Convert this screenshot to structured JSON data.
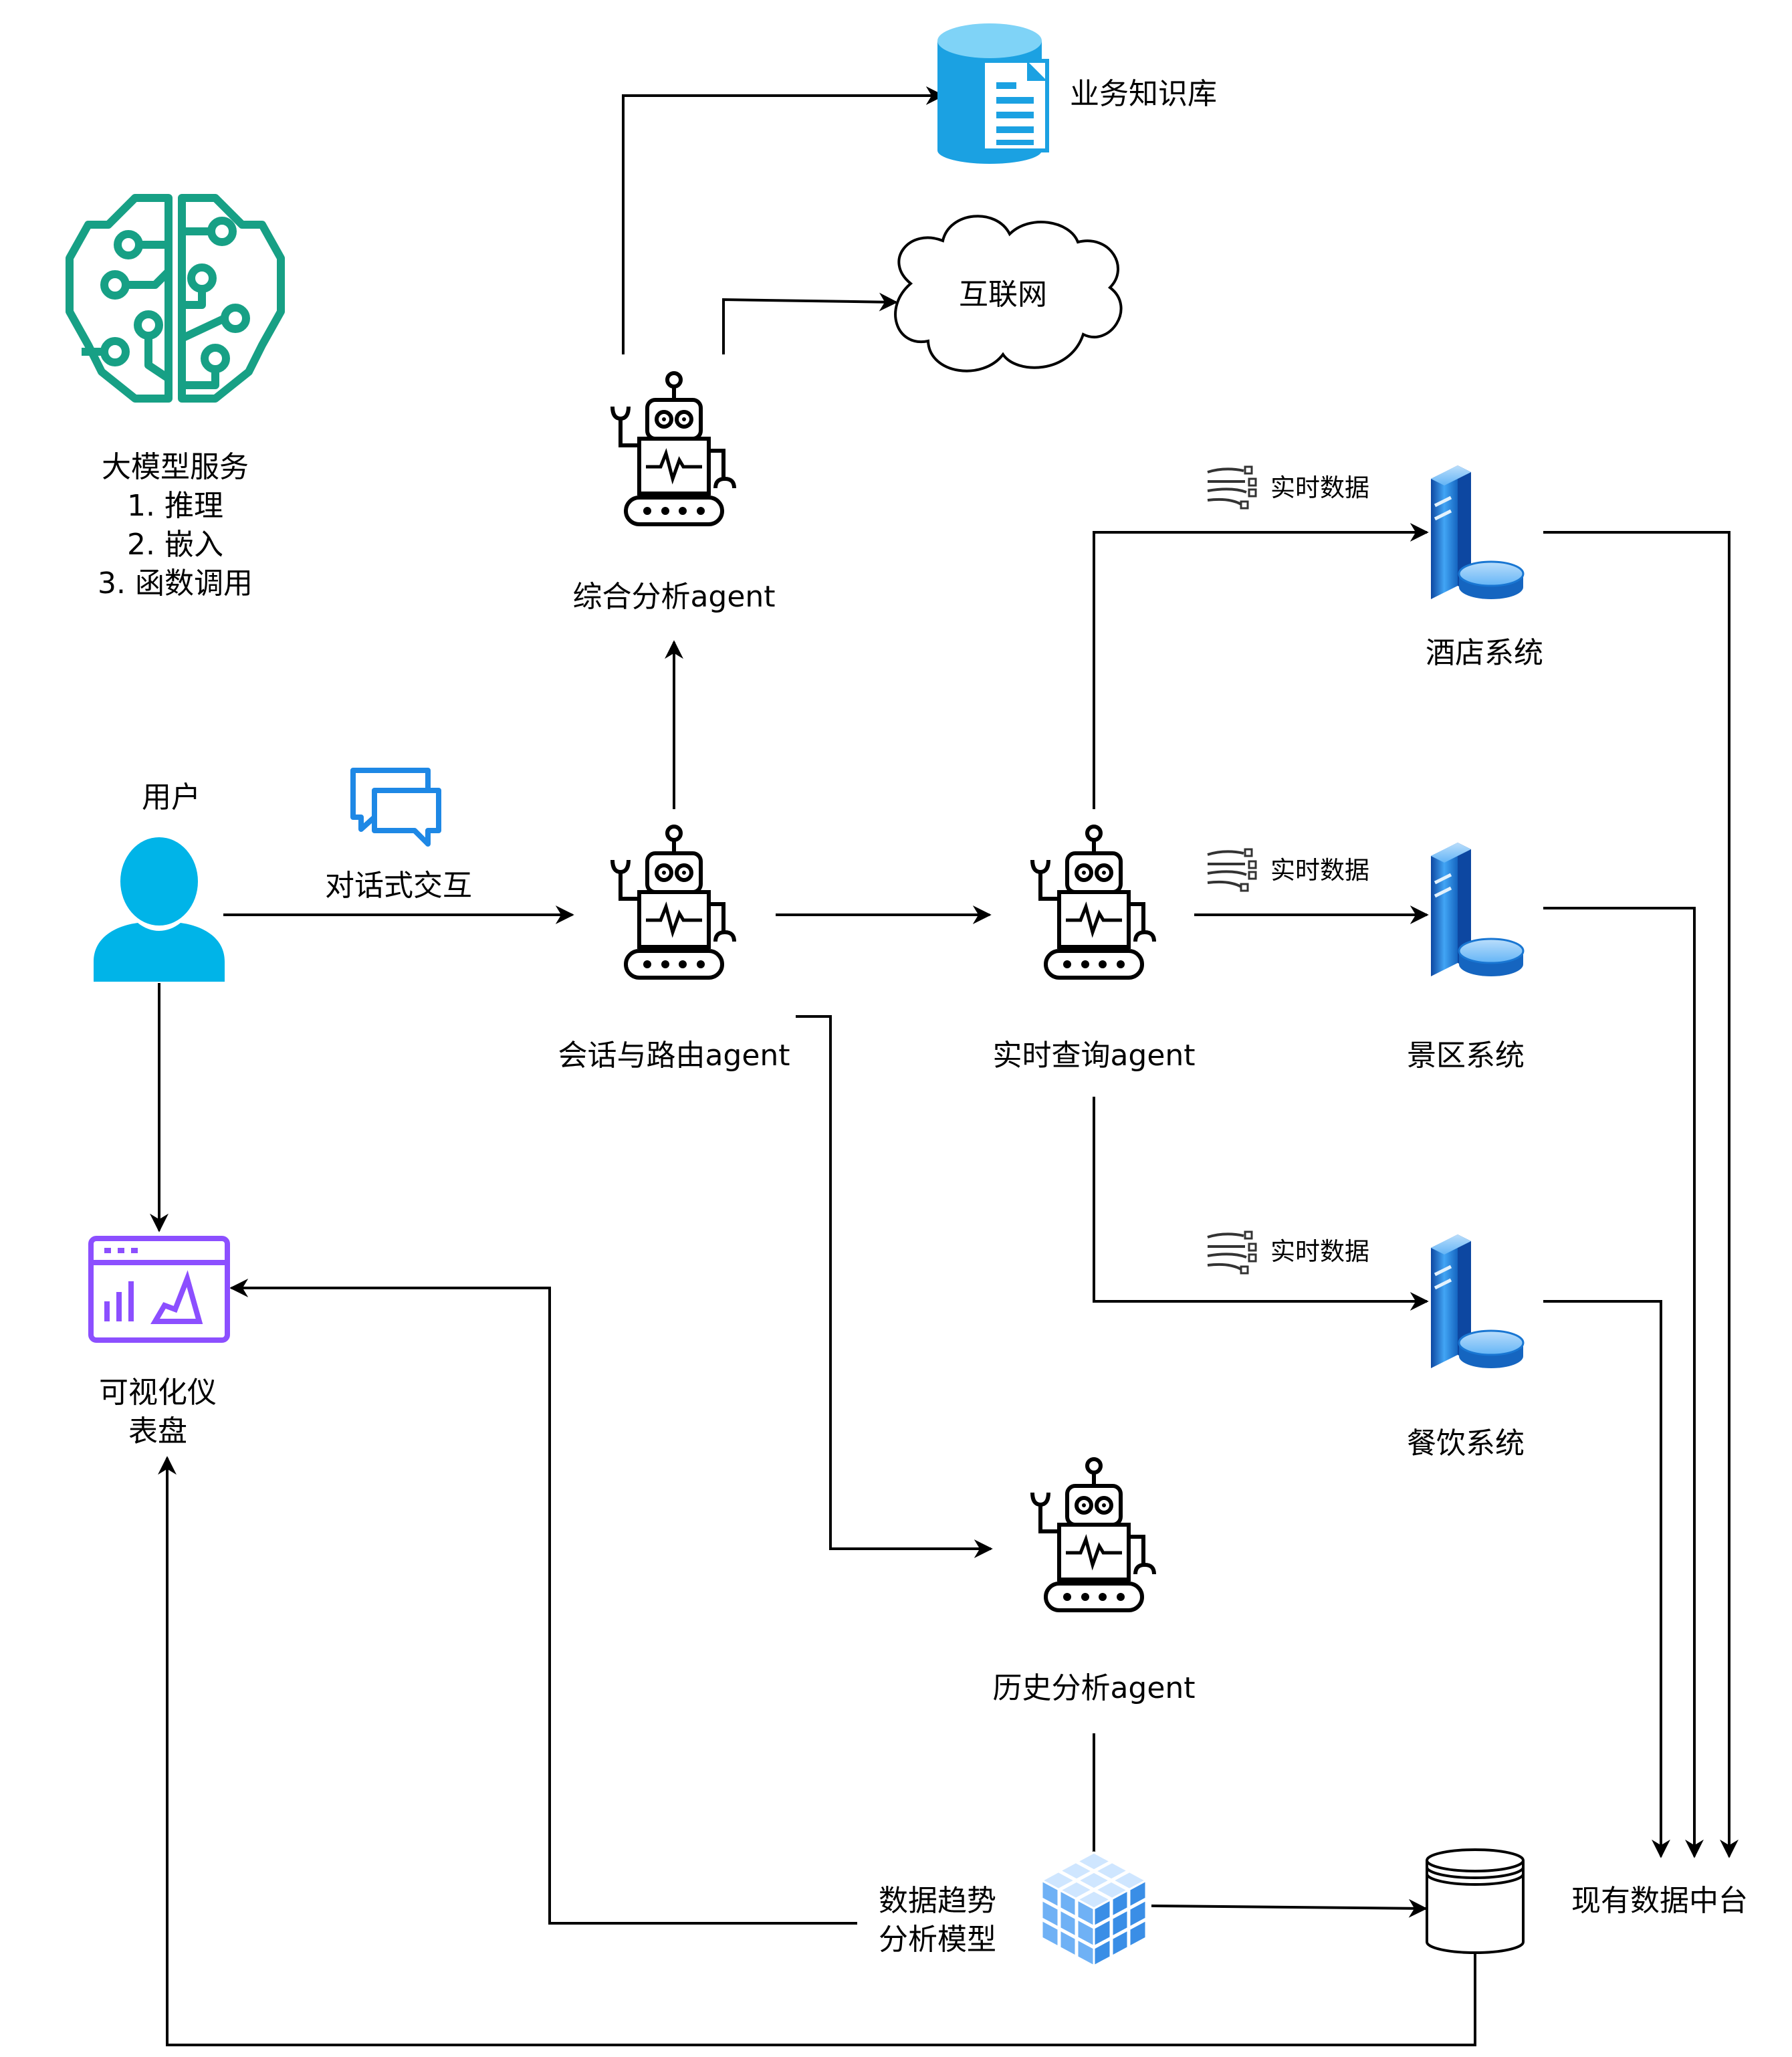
{
  "llm_service": {
    "title": "大模型服务",
    "items": [
      "1. 推理",
      "2. 嵌入",
      "3. 函数调用"
    ]
  },
  "nodes": {
    "user": "用户",
    "dialog": "对话式交互",
    "router_agent": "会话与路由agent",
    "analysis_agent": "综合分析agent",
    "realtime_agent": "实时查询agent",
    "history_agent": "历史分析agent",
    "knowledge_base": "业务知识库",
    "internet": "互联网",
    "hotel": "酒店系统",
    "scenic": "景区系统",
    "dining": "餐饮系统",
    "realtime_data_1": "实时数据",
    "realtime_data_2": "实时数据",
    "realtime_data_3": "实时数据",
    "dashboard": [
      "可视化仪",
      "表盘"
    ],
    "trend_model": [
      "数据趋势",
      "分析模型"
    ],
    "data_platform": "现有数据中台"
  },
  "colors": {
    "brain": "#17a085",
    "user": "#00b4e8",
    "chat": "#1e88e5",
    "db_blue": "#1ba1e2",
    "dashboard": "#8c4fff",
    "server_blue": "#1565c0",
    "cube": "#5aa6f2"
  }
}
